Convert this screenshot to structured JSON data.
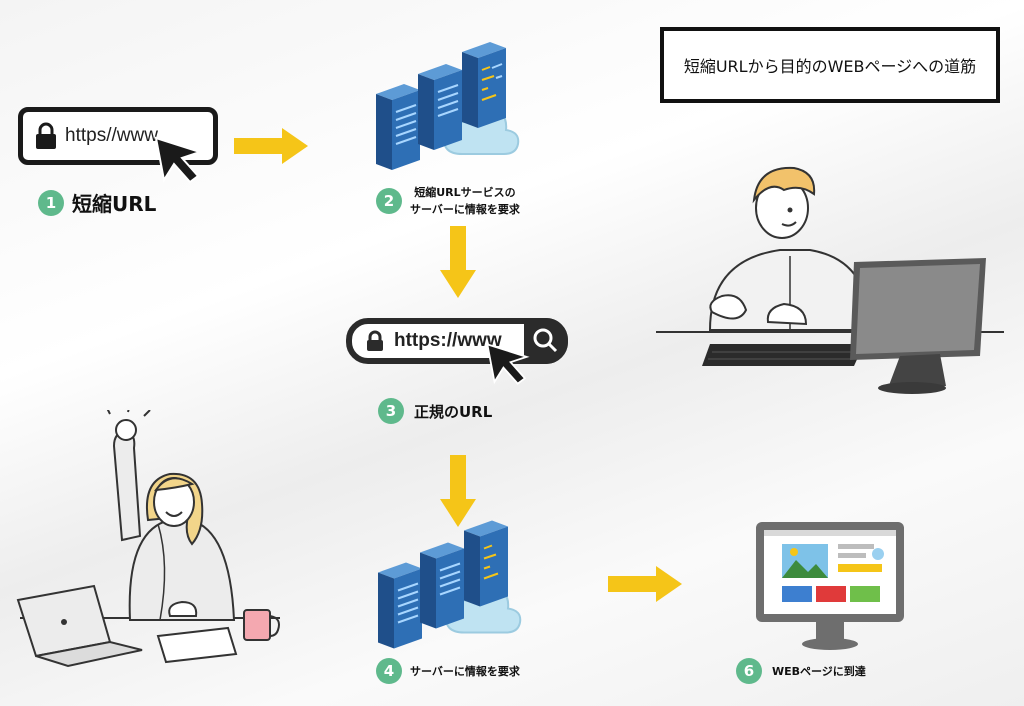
{
  "title": "短縮URLから目的のWEBページへの道筋",
  "url_bar_short": "https//www.",
  "url_bar_full": "https://www",
  "steps": [
    {
      "number": "1",
      "label": "短縮URL"
    },
    {
      "number": "2",
      "label_line1": "短縮URLサービスの",
      "label_line2": "サーバーに情報を要求"
    },
    {
      "number": "3",
      "label": "正規のURL"
    },
    {
      "number": "4",
      "label": "サーバーに情報を要求"
    },
    {
      "number": "6",
      "label": "WEBページに到達"
    }
  ],
  "colors": {
    "arrow": "#f5c518",
    "step_badge": "#5fb98c",
    "server": "#2e6fb5",
    "server_light": "#5d9bd6",
    "cloud": "#bfe3f2"
  }
}
